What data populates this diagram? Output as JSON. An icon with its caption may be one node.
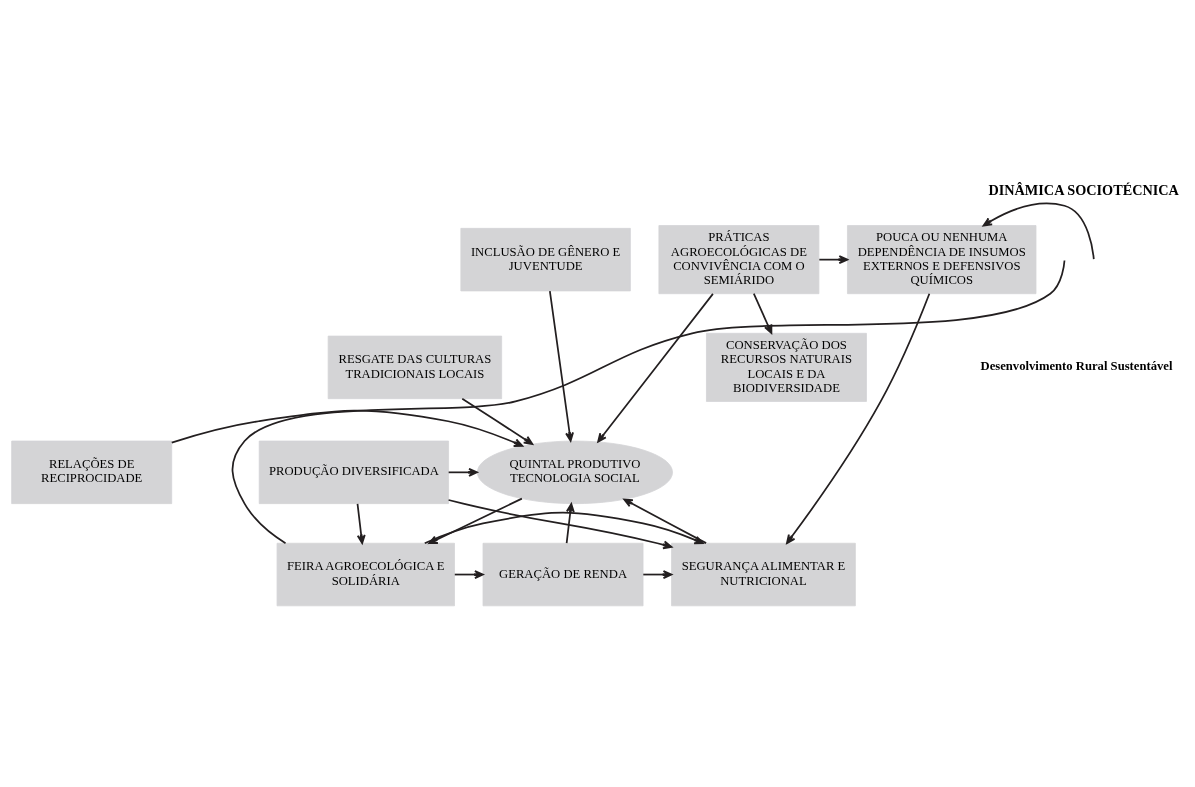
{
  "diagram": {
    "title": "DINÂMICA SOCIOTÉCNICA",
    "nodes": [
      {
        "text": [
          "RESGATE DAS CULTURAS TRADICIONAIS LOCAIS"
        ]
      },
      {
        "text": [
          "CONSERVAÇÃO DOS RECURSOS NATURAIS LOCAIS E DA BIODIVERSIDADE"
        ]
      },
      {
        "text": [
          "INCLUSÃO DE GÊNERO E JUVENTUDE"
        ]
      },
      {
        "text": [
          "PRÁTICAS AGROECOLÓGICAS DE CONVIVÊNCIA COM O SEMIÁRIDO"
        ]
      },
      {
        "text": [
          "POUCA OU NENHUMA DEPENDÊNCIA DE INSUMOS EXTERNOS E DEFENSIVOS QUÍMICOS"
        ]
      },
      {
        "text": [
          "RELAÇÕES DE RECIPROCIDADE"
        ]
      },
      {
        "text": [
          "QUINTAL PRODUTIVO TECNOLOGIA SOCIAL"
        ]
      },
      {
        "text": [
          "PRODUÇÃO DIVERSIFICADA"
        ]
      },
      {
        "text": [
          "FEIRA AGROECOLÓGICA E SOLIDÁRIA"
        ]
      },
      {
        "text": [
          "GERAÇÃO DE RENDA"
        ]
      },
      {
        "text": [
          "SEGURANÇA ALIMENTAR E NUTRICIONAL"
        ]
      }
    ],
    "edges": [
      {
        "from": 0,
        "to": 6,
        "arrow": "to"
      },
      {
        "from": 2,
        "to": 6,
        "arrow": "to"
      },
      {
        "from": 5,
        "to": 6,
        "arrow": "to"
      },
      {
        "from": 3,
        "to": 1,
        "arrow": "to"
      },
      {
        "from": 3,
        "to": 4,
        "arrow": "to"
      },
      {
        "from": 3,
        "to": 6,
        "arrow": "to"
      },
      {
        "from": 7,
        "to": 6,
        "arrow": "to"
      },
      {
        "from": 6,
        "to": 8,
        "arrow": "to"
      },
      {
        "from": 9,
        "to": 6,
        "arrow": "to"
      },
      {
        "from": 10,
        "to": 6,
        "arrow": "to"
      },
      {
        "from": 8,
        "to": 9,
        "arrow": "to"
      },
      {
        "from": 9,
        "to": 10,
        "arrow": "to"
      },
      {
        "from": 7,
        "to": 10,
        "arrow": "to"
      },
      {
        "from": 4,
        "to": 10,
        "arrow": "to"
      },
      {
        "from": 8,
        "to": 10,
        "arrow": "to"
      },
      {
        "from": 7,
        "to": 8,
        "arrow": "to"
      },
      {
        "from": 8,
        "to": null,
        "arrow": "none"
      },
      {
        "from": null,
        "to": 4,
        "arrow": "to"
      }
    ],
    "labels": [
      "Desenvolvimento Rural Sustentável"
    ]
  }
}
